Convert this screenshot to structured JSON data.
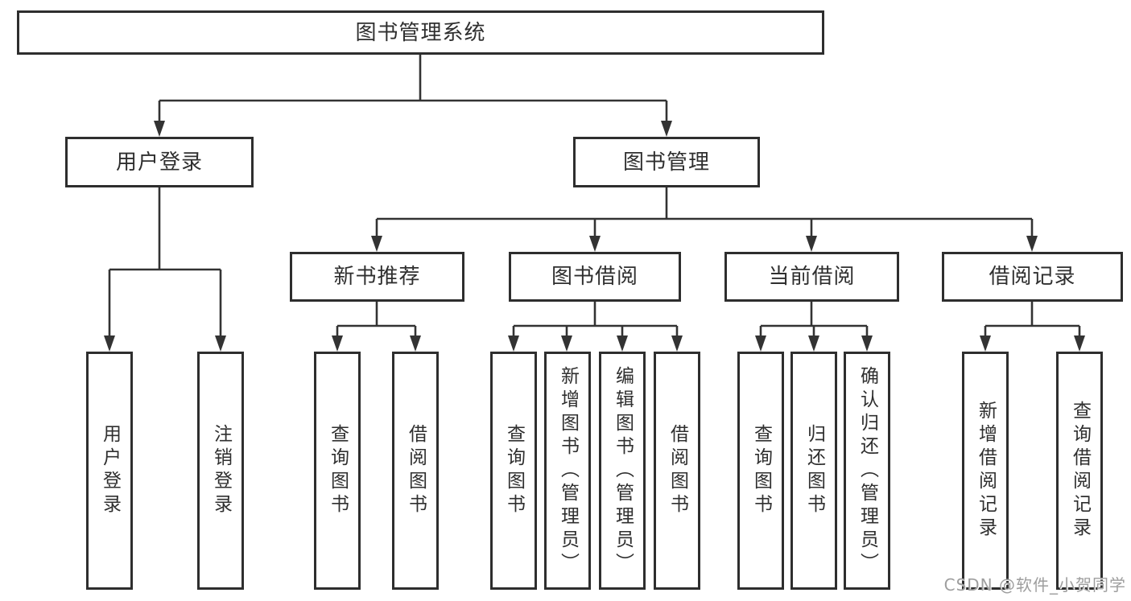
{
  "diagram": {
    "type": "tree",
    "tree": {
      "root": {
        "label": "图书管理系统"
      },
      "branches": [
        {
          "label": "用户登录",
          "children": [
            {
              "label": "用户登录"
            },
            {
              "label": "注销登录"
            }
          ]
        },
        {
          "label": "图书管理",
          "children": [
            {
              "label": "新书推荐",
              "children": [
                {
                  "label": "查询图书"
                },
                {
                  "label": "借阅图书"
                }
              ]
            },
            {
              "label": "图书借阅",
              "children": [
                {
                  "label": "查询图书"
                },
                {
                  "label": "新增图书（管理员）"
                },
                {
                  "label": "编辑图书（管理员）"
                },
                {
                  "label": "借阅图书"
                }
              ]
            },
            {
              "label": "当前借阅",
              "children": [
                {
                  "label": "查询图书"
                },
                {
                  "label": "归还图书"
                },
                {
                  "label": "确认归还（管理员）"
                }
              ]
            },
            {
              "label": "借阅记录",
              "children": [
                {
                  "label": "新增借阅记录"
                },
                {
                  "label": "查询借阅记录"
                }
              ]
            }
          ]
        }
      ]
    },
    "colors": {
      "line": "#333333",
      "border": "#2e2e2e",
      "text": "#2f2f2f",
      "background": "#ffffff",
      "watermark": "#9e9e9e"
    }
  },
  "watermark": {
    "text": "CSDN @软件_小贺同学"
  }
}
